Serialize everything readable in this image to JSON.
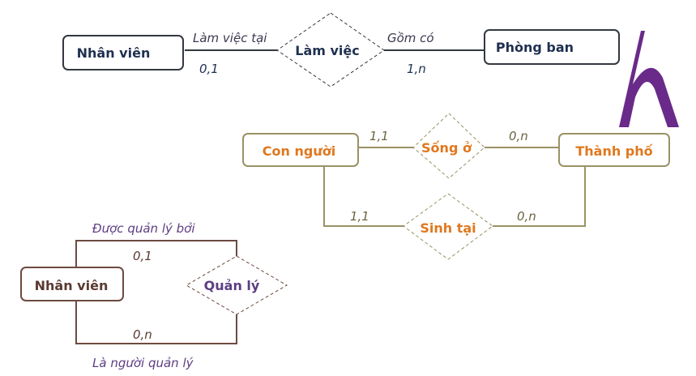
{
  "diagram1": {
    "entity_left": "Nhân viên",
    "relationship": "Làm việc",
    "entity_right": "Phòng ban",
    "role_left": "Làm việc tại",
    "role_right": "Gồm có",
    "card_left": "0,1",
    "card_right": "1,n"
  },
  "diagram2": {
    "entity_left": "Con người",
    "entity_right": "Thành phố",
    "rel_top": "Sống ở",
    "rel_bottom": "Sinh tại",
    "card_top_left": "1,1",
    "card_top_right": "0,n",
    "card_bottom_left": "1,1",
    "card_bottom_right": "0,n"
  },
  "diagram3": {
    "entity": "Nhân viên",
    "relationship": "Quản lý",
    "role_top": "Được quản lý bởi",
    "role_bottom": "Là người quản lý",
    "card_top": "0,1",
    "card_bottom": "0,n"
  },
  "colors": {
    "dark": "#333840",
    "orange": "#e0781e",
    "olive": "#9a9264",
    "brown": "#6e4a40",
    "purple": "#5d3d82",
    "logo": "#6a2a8a"
  },
  "logo_icon": "h-logo-icon"
}
